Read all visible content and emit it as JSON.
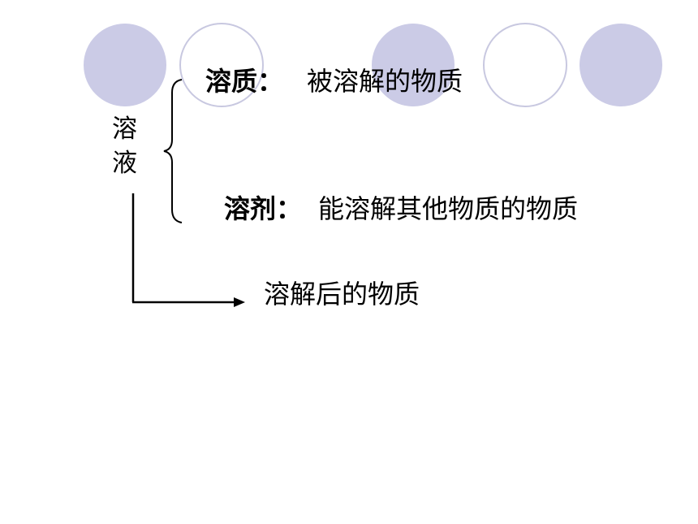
{
  "solution": {
    "label": "溶液"
  },
  "solute": {
    "term": "溶质：",
    "definition": "被溶解的物质"
  },
  "solvent": {
    "term": "溶剂：",
    "definition": "能溶解其他物质的物质"
  },
  "result": {
    "text": "溶解后的物质"
  },
  "colors": {
    "circle_fill": "#cbcbe6",
    "circle_outline": "#c8c8e0",
    "line": "#000000",
    "background": "#ffffff"
  }
}
